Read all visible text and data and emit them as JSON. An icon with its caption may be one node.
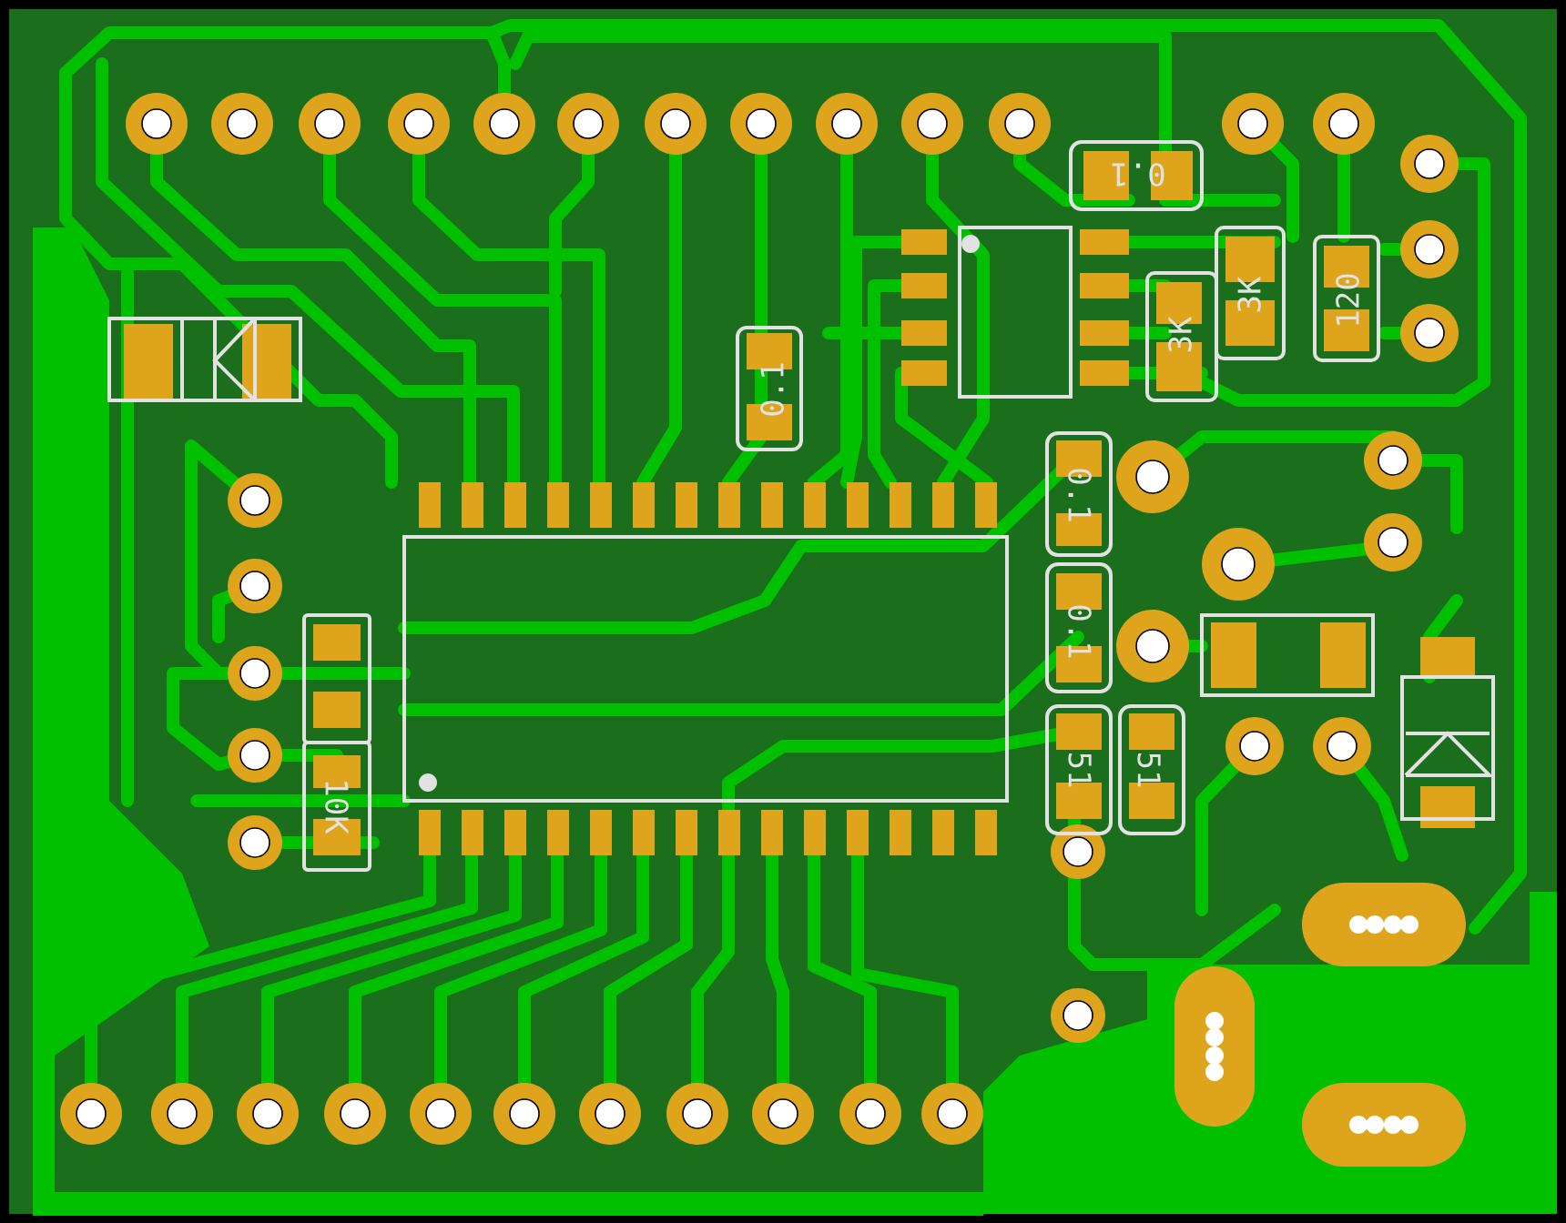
{
  "diagram": {
    "labels": [
      "0.1",
      "3K",
      "3K",
      "120",
      "0.1",
      "0.1",
      "0.1",
      "51",
      "51",
      "10K"
    ]
  }
}
